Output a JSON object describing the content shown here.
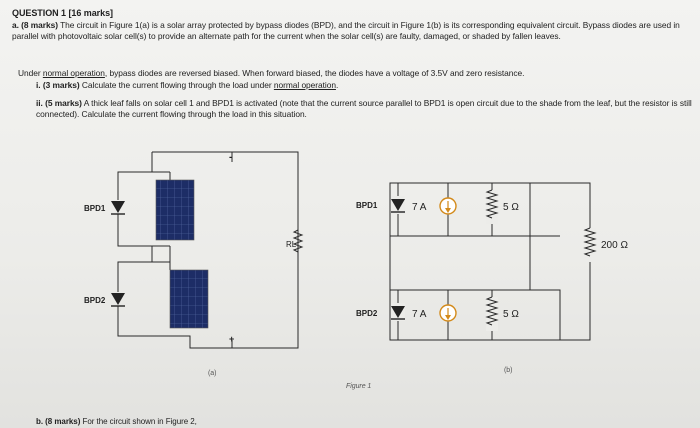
{
  "question": {
    "title": "QUESTION 1 [16 marks]",
    "part_a_label": "a. (8 marks)",
    "part_a_text": "The circuit in Figure 1(a) is a solar array protected by bypass diodes (BPD), and the circuit in Figure 1(b) is its corresponding equivalent circuit. Bypass diodes are used in parallel with photovoltaic solar cell(s) to provide an alternate path for the current when the solar cell(s) are faulty, damaged, or shaded by fallen leaves.",
    "under_prefix": "Under",
    "under_link": "normal operation",
    "under_suffix": ", bypass diodes are reversed biased. When forward biased, the diodes have a voltage of 3.5V and zero resistance.",
    "item_i_label": "i. (3 marks)",
    "item_i_prefix": "Calculate the current flowing through the load under",
    "item_i_link": "normal operation",
    "item_i_end": ".",
    "item_ii_label": "ii. (5 marks)",
    "item_ii_text": "A thick leaf falls on solar cell 1 and BPD1 is activated (note that the current source parallel to BPD1 is open circuit due to the shade from the leaf, but the resistor is still connected). Calculate the current flowing through the load in this situation.",
    "part_b_label": "b. (8 marks)",
    "part_b_text": "For the circuit shown in Figure 2,"
  },
  "figure_a": {
    "label": "(a)",
    "bpd1_label": "BPD1",
    "bpd2_label": "BPD2",
    "load_label": "RL",
    "minus_sign": "-",
    "plus_sign": "+"
  },
  "figure_b": {
    "label": "(b)",
    "bpd1_label": "BPD1",
    "bpd2_label": "BPD2",
    "source1_label": "7 A",
    "source2_label": "7 A",
    "r1_label": "5 Ω",
    "r2_label": "5 Ω",
    "load_label": "200 Ω"
  },
  "caption": "Figure 1",
  "colors": {
    "wire": "#2a2a2a",
    "panel": "#1d2d66",
    "panel_grid": "#5a6ea6",
    "source_fill": "#f4b400",
    "source_ring": "#d38a1a"
  }
}
